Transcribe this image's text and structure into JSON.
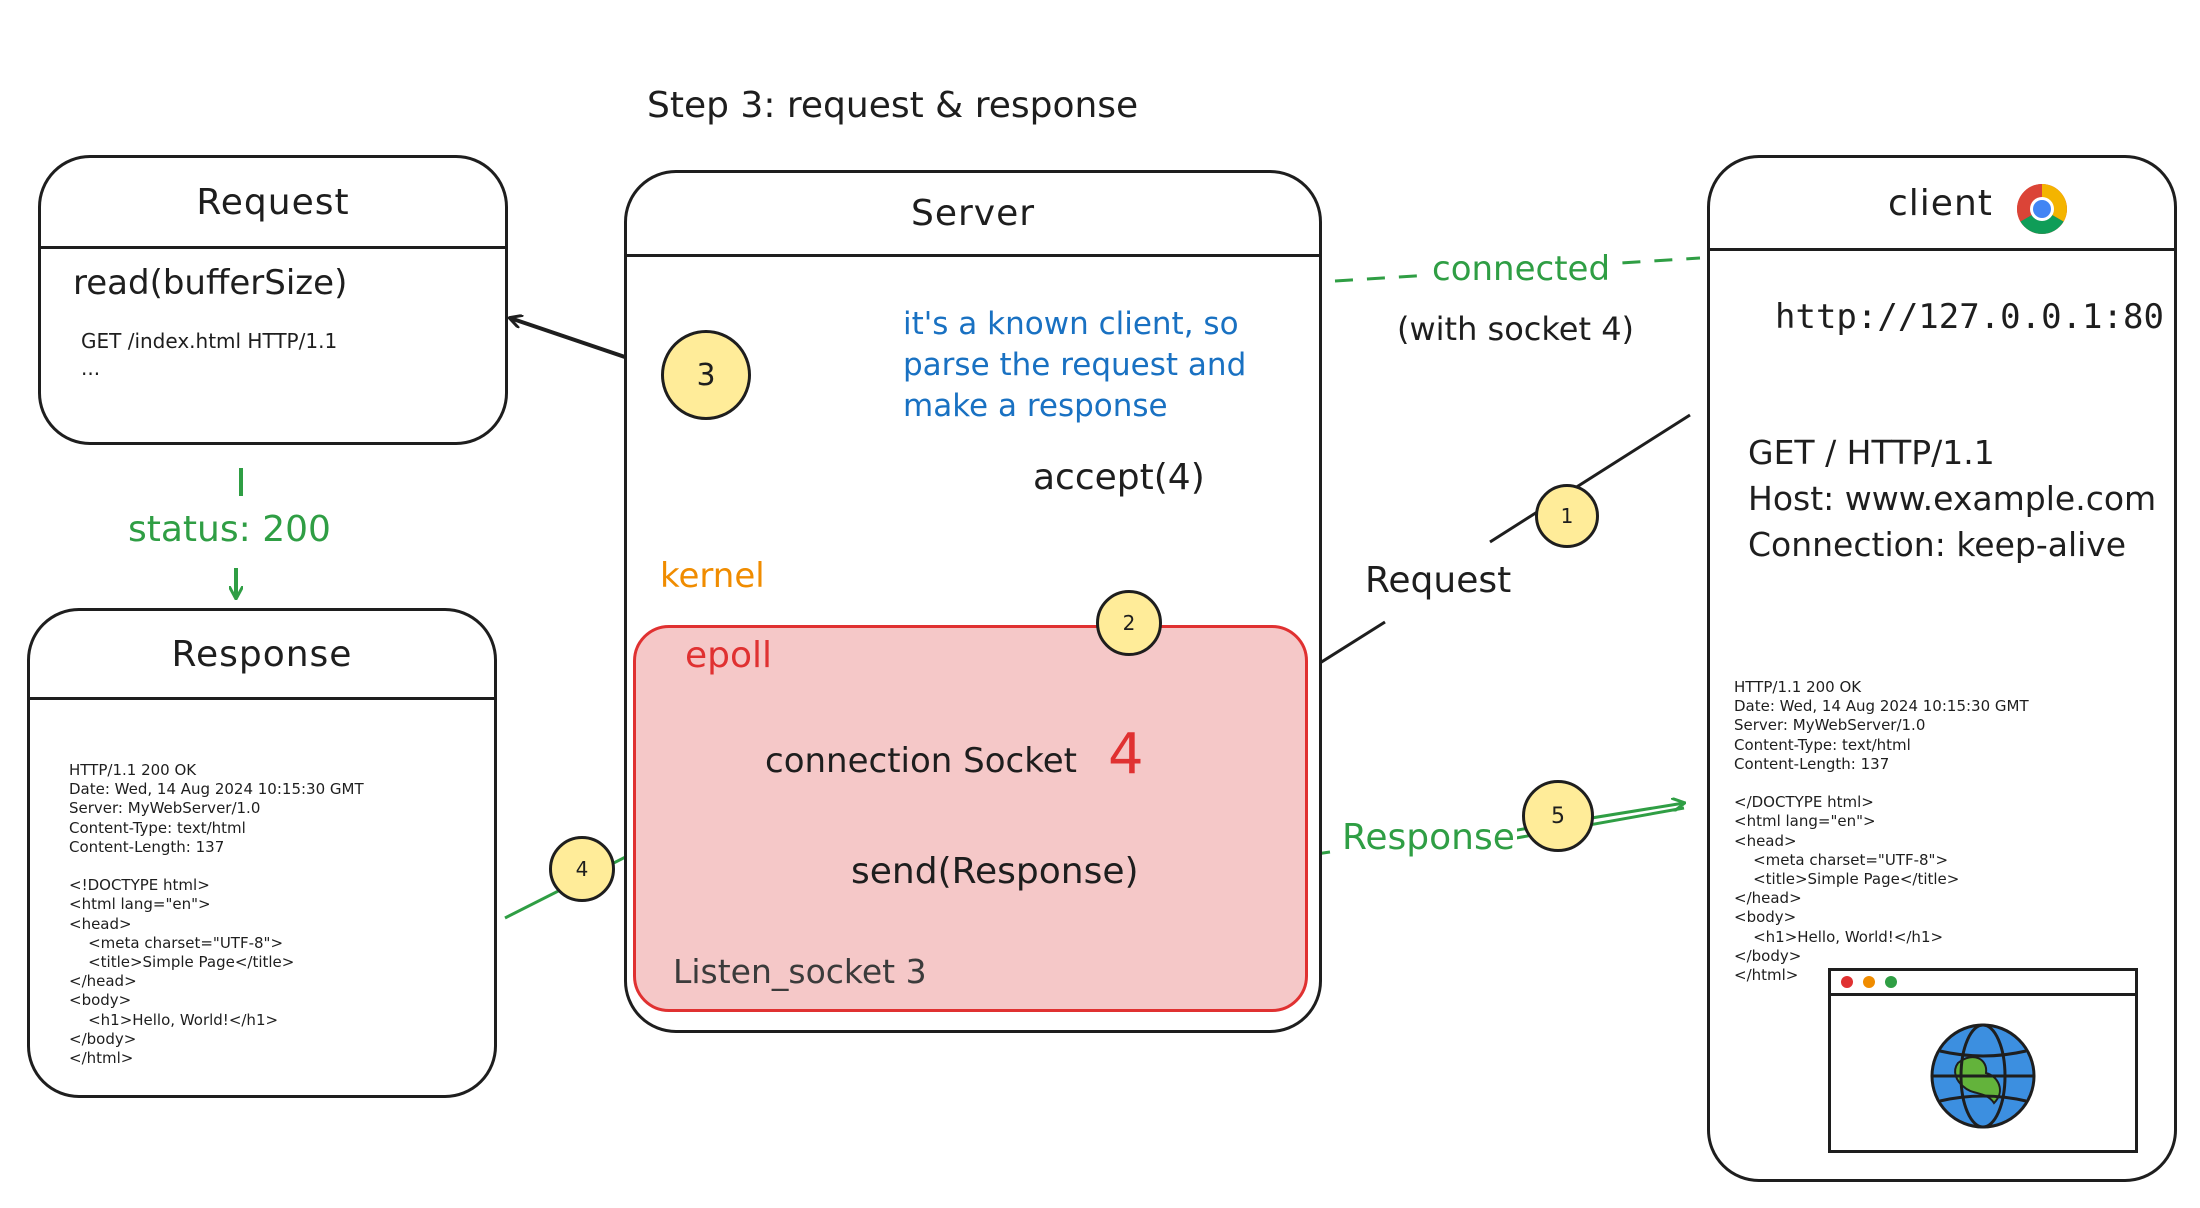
{
  "title": "Step 3: request & response",
  "request_box": {
    "title": "Request",
    "call": "read(bufferSize)",
    "body": "GET /index.html HTTP/1.1\n..."
  },
  "status_label": "status: 200",
  "response_box": {
    "title": "Response",
    "body": "HTTP/1.1 200 OK\nDate: Wed, 14 Aug 2024 10:15:30 GMT\nServer: MyWebServer/1.0\nContent-Type: text/html\nContent-Length: 137\n\n<!DOCTYPE html>\n<html lang=\"en\">\n<head>\n    <meta charset=\"UTF-8\">\n    <title>Simple Page</title>\n</head>\n<body>\n    <h1>Hello, World!</h1>\n</body>\n</html>"
  },
  "server": {
    "title": "Server",
    "note": "it's a known client, so\nparse the request and\nmake a response",
    "accept_call": "accept(4)",
    "kernel_label": "kernel",
    "epoll_label": "epoll",
    "connection_socket": "connection Socket",
    "socket_number": "4",
    "send_call": "send(Response)",
    "listen_socket": "Listen_socket 3"
  },
  "connection": {
    "label": "connected",
    "detail": "(with socket 4)"
  },
  "request_label": "Request",
  "response_label": "Response",
  "client": {
    "title": "client",
    "browser_icon": "chrome-icon",
    "url": "http://127.0.0.1:80",
    "request_lines": [
      "GET / HTTP/1.1",
      "Host: www.example.com",
      "Connection: keep-alive"
    ],
    "response_body": "HTTP/1.1 200 OK\nDate: Wed, 14 Aug 2024 10:15:30 GMT\nServer: MyWebServer/1.0\nContent-Type: text/html\nContent-Length: 137\n\n</DOCTYPE html>\n<html lang=\"en\">\n<head>\n    <meta charset=\"UTF-8\">\n    <title>Simple Page</title>\n</head>\n<body>\n    <h1>Hello, World!</h1>\n</body>\n</html>",
    "page_icon": "globe-icon"
  },
  "steps": [
    "1",
    "2",
    "3",
    "4",
    "5"
  ],
  "colors": {
    "green": "#2f9e44",
    "blue": "#1971c2",
    "red": "#e03131",
    "orange": "#f08c00",
    "badge": "#ffec99",
    "epoll_fill": "#f5c8c8"
  }
}
